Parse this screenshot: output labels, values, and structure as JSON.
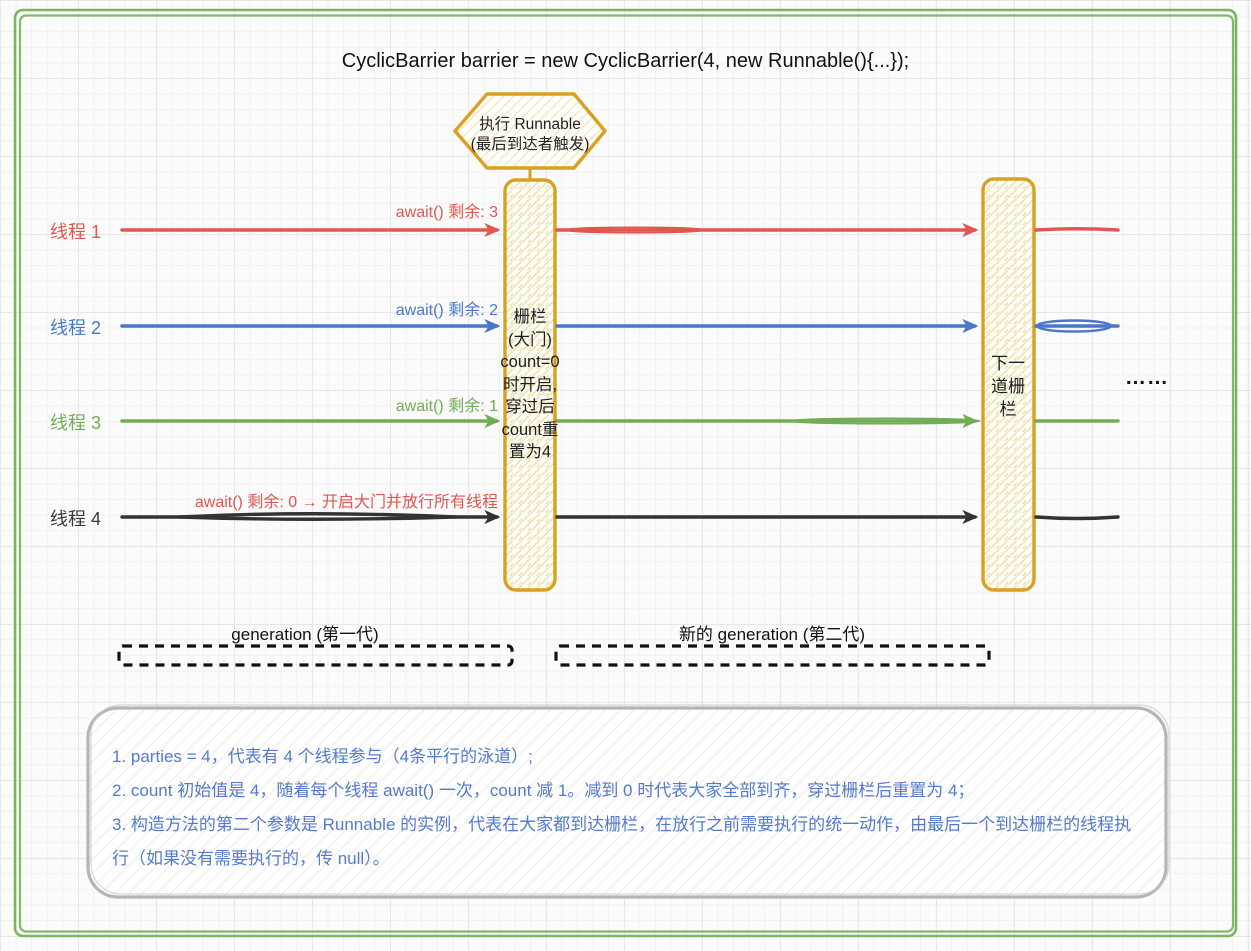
{
  "title": "CyclicBarrier barrier = new CyclicBarrier(4, new Runnable(){...});",
  "hexagon": {
    "line1": "执行 Runnable",
    "line2": "(最后到达者触发)"
  },
  "threads": [
    {
      "label": "线程 1",
      "await_label": "await() 剩余: 3",
      "color": "#df5750"
    },
    {
      "label": "线程 2",
      "await_label": "await() 剩余: 2",
      "color": "#4a78c8"
    },
    {
      "label": "线程 3",
      "await_label": "await() 剩余: 1",
      "color": "#70ad55"
    },
    {
      "label": "线程 4",
      "await_label": "await() 剩余: 0 → 开启大门并放行所有线程",
      "color": "#333333",
      "await_label_color": "#df5750"
    }
  ],
  "barrier1": {
    "text": "栅栏\n(大门)\ncount=0\n时开启,\n穿过后\ncount重\n置为4"
  },
  "barrier2": {
    "text": "下一\n道栅\n栏"
  },
  "ellipsis": "……",
  "generations": [
    {
      "label": "generation (第一代)"
    },
    {
      "label": "新的 generation (第二代)"
    }
  ],
  "notes": {
    "lines": [
      "1. parties = 4，代表有 4 个线程参与（4条平行的泳道）;",
      "2. count 初始值是 4，随着每个线程 await() 一次，count 减 1。减到 0 时代表大家全部到齐，穿过栅栏后重置为 4；",
      "3. 构造方法的第二个参数是 Runnable 的实例，代表在大家都到达栅栏，在放行之前需要执行的统一动作，由最后一个到达栅栏的线程执行（如果没有需要执行的，传 null）。"
    ]
  },
  "colors": {
    "thread1_red": "#df5750",
    "thread2_blue": "#4a78c8",
    "thread3_green": "#70ad55",
    "thread4_black": "#333333",
    "barrier_gold": "#d8a120",
    "frame_green": "#79b75f",
    "note_text_blue": "#5479cd",
    "note_border_gray": "#b5b5b5"
  }
}
